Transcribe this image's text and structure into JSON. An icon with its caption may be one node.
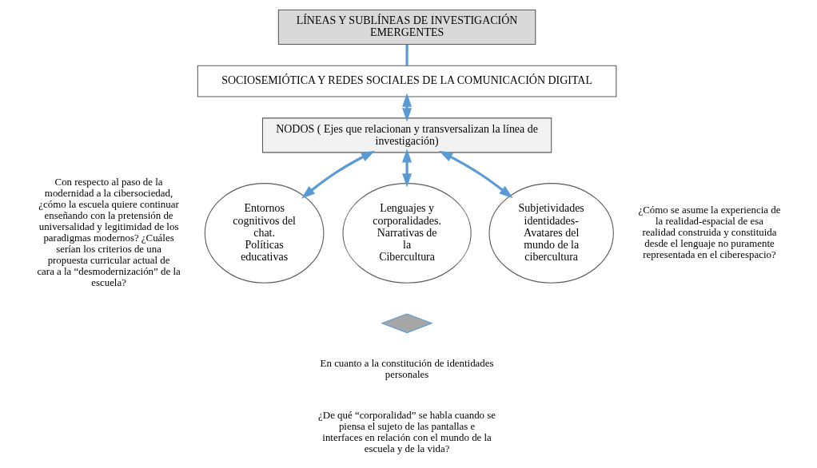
{
  "diagram": {
    "nodes": [
      {
        "text": [
          "LÍNEAS Y SUBLÍNEAS DE INVESTIGACIÓN EMERGENTES"
        ]
      },
      {
        "text": [
          "SOCIOSEMIÓTICA Y REDES SOCIALES DE LA COMUNICACIÓN DIGITAL"
        ]
      },
      {
        "text": [
          "NODOS ( Ejes que relacionan y transversalizan la línea de investigación)"
        ]
      },
      {
        "text": [
          "Entornos cognitivos del chat. Políticas educativas"
        ]
      },
      {
        "text": [
          "Lenguajes y corporalidades. Narrativas de la Cibercultura"
        ]
      },
      {
        "text": [
          "Subjetividades identidades- Avatares del mundo de la cibercultura"
        ]
      },
      {
        "text": [],
        "shape": "diamond"
      }
    ],
    "edges": [
      {
        "from": 0,
        "to": 1,
        "arrow": "none"
      },
      {
        "from": 1,
        "to": 2,
        "arrow": "both"
      },
      {
        "from": 2,
        "to": 3,
        "arrow": "both"
      },
      {
        "from": 2,
        "to": 4,
        "arrow": "both"
      },
      {
        "from": 2,
        "to": 5,
        "arrow": "both"
      }
    ],
    "labels": [
      "Con respecto al paso de la modernidad a la cibersociedad, ¿cómo la escuela quiere continuar enseñando con la pretensión de universalidad y legitimidad de los paradigmas modernos? ¿Cuáles serían los criterios de una propuesta curricular actual de cara a la “desmodernización” de la escuela?",
      "En cuanto a la constitución de identidades personales",
      "¿De qué “corporalidad” se habla cuando se piensa el sujeto de las pantallas e interfaces en relación con el mundo de la escuela y de la vida?",
      "¿Cómo se asume la experiencia de la realidad-espacial de esa realidad construida y constituida desde el lenguaje no puramente representada en el ciberespacio?"
    ]
  }
}
